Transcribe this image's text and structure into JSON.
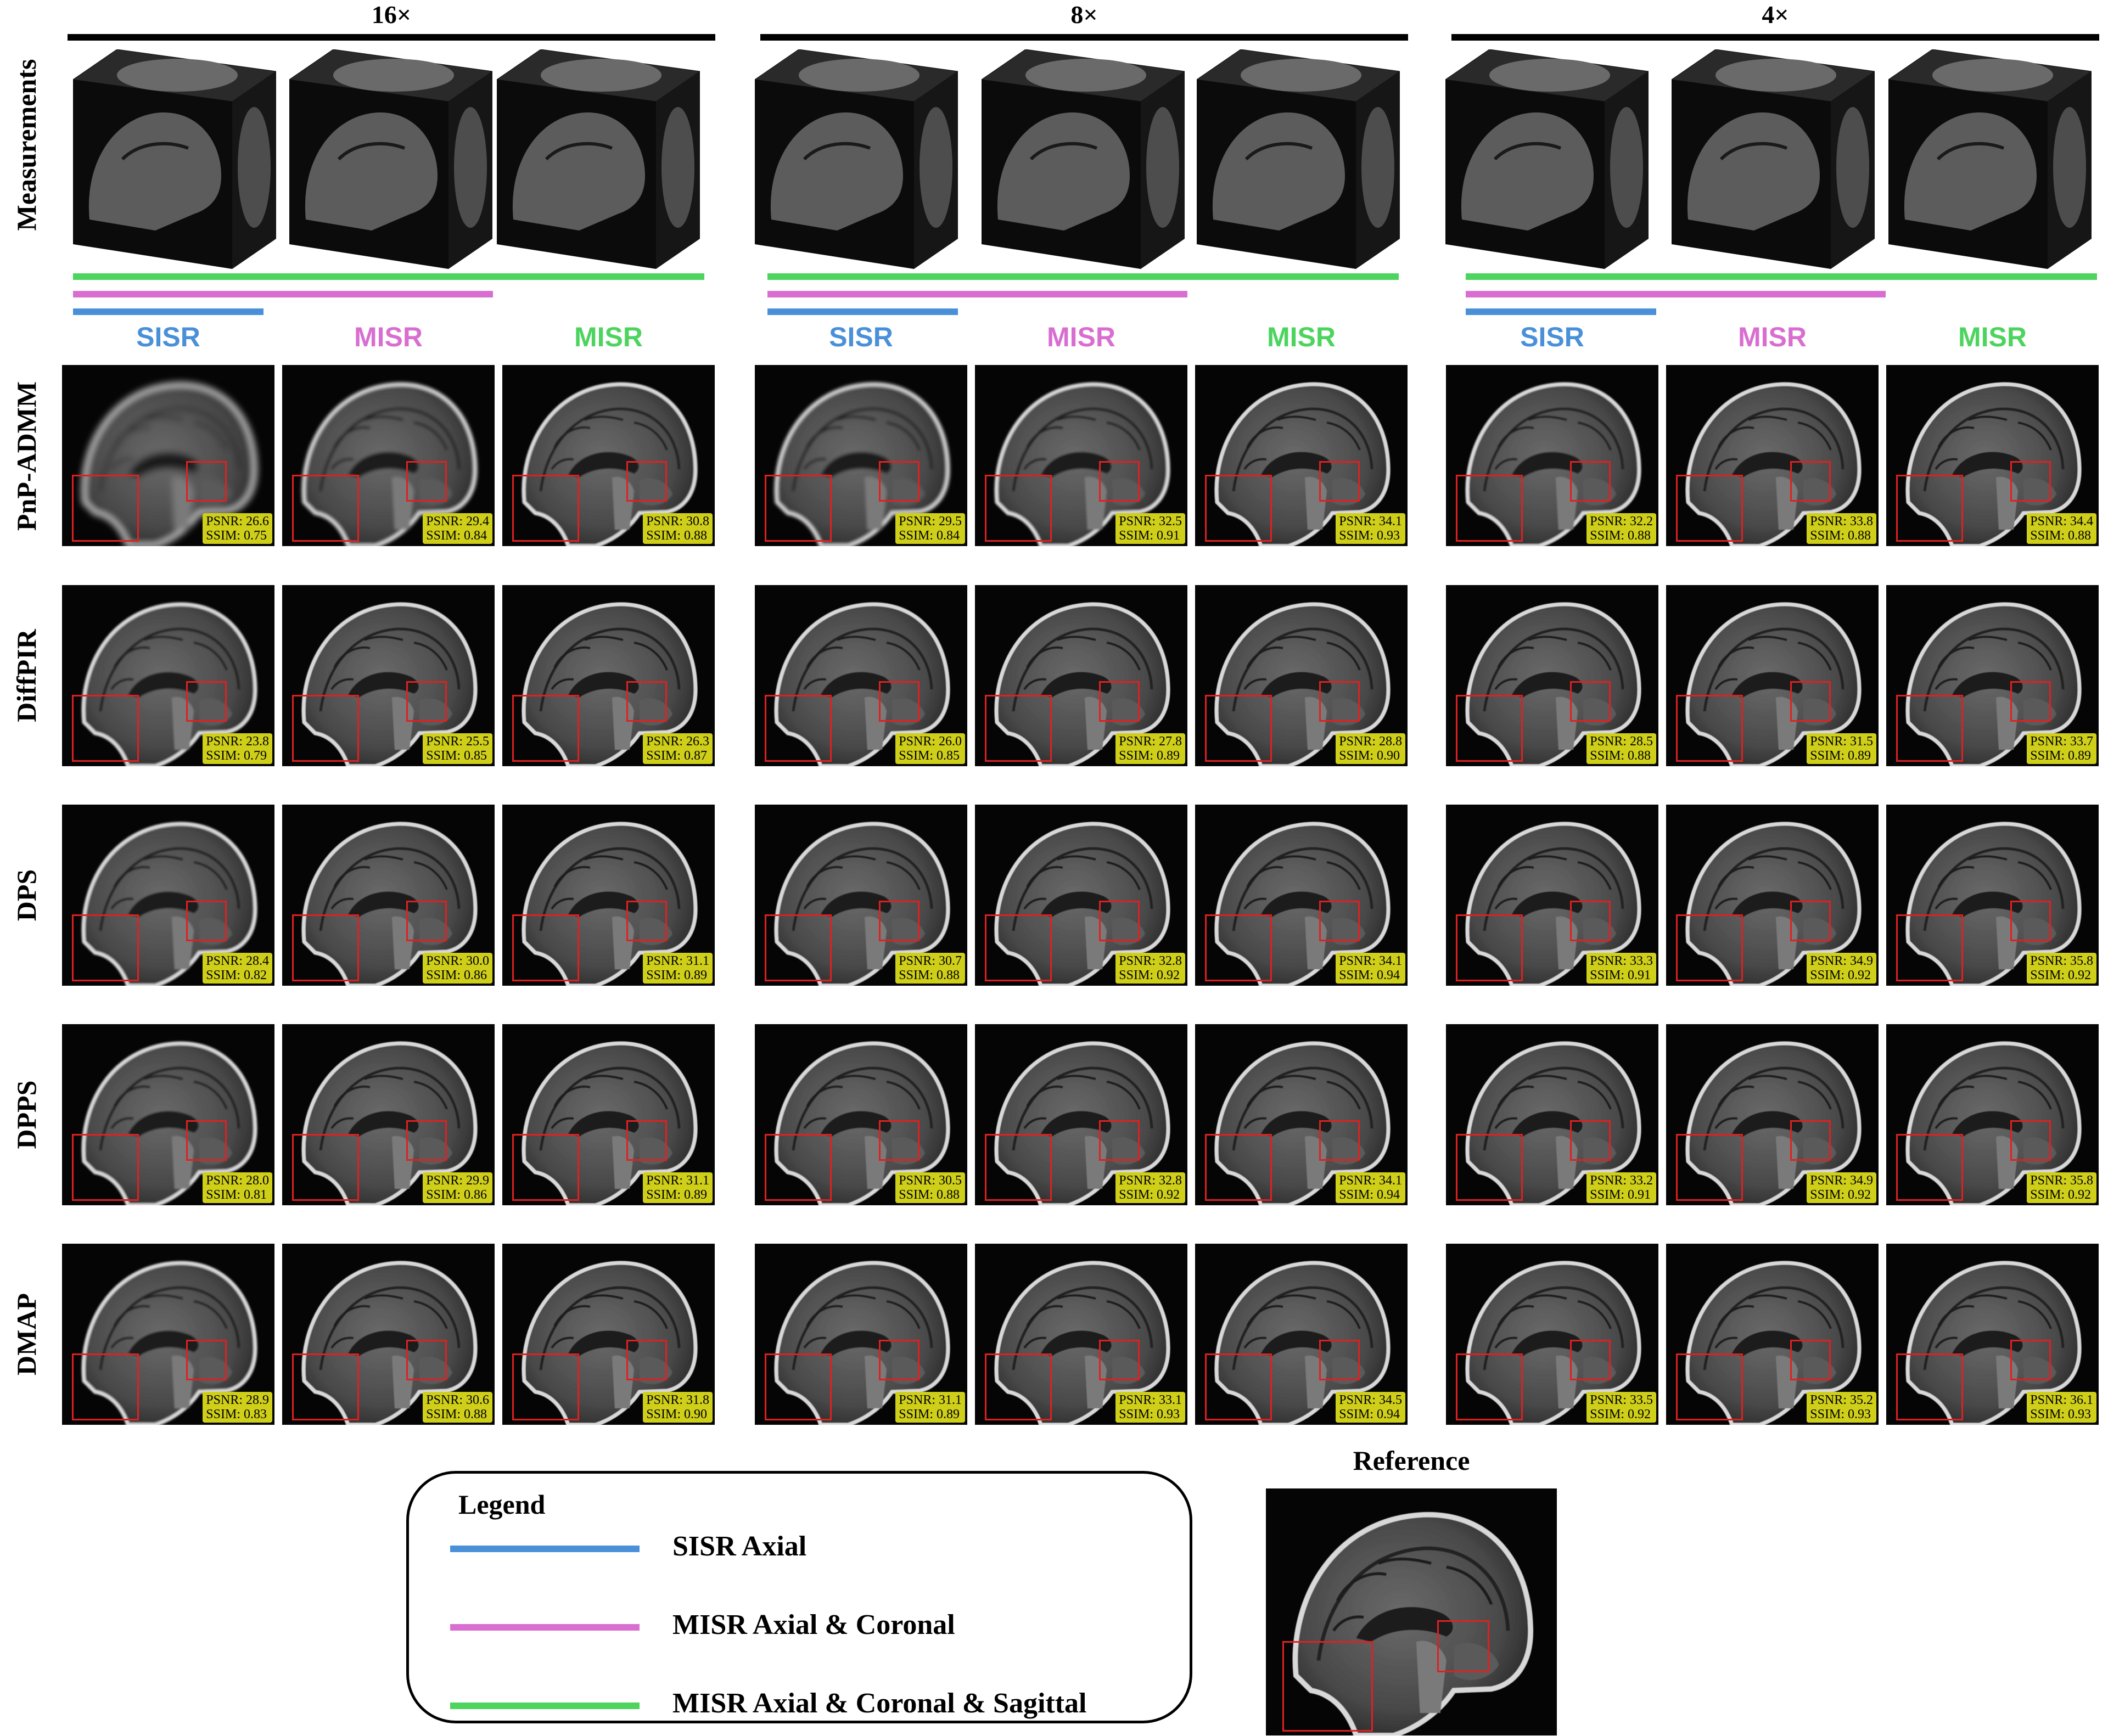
{
  "colors": {
    "sisr": "#4a90d9",
    "misr_ac": "#d86fd0",
    "misr_acs": "#4cd45e",
    "metric_bg": "#cfcf1a",
    "roi": "#e02020"
  },
  "scales": [
    "16×",
    "8×",
    "4×"
  ],
  "row_labels": [
    "Measurements",
    "PnP-ADMM",
    "DiffPIR",
    "DPS",
    "DPPS",
    "DMAP"
  ],
  "column_methods": [
    "SISR",
    "MISR",
    "MISR"
  ],
  "metrics": {
    "PnP-ADMM": [
      [
        "PSNR: 26.6",
        "SSIM: 0.75"
      ],
      [
        "PSNR: 29.4",
        "SSIM: 0.84"
      ],
      [
        "PSNR: 30.8",
        "SSIM: 0.88"
      ],
      [
        "PSNR: 29.5",
        "SSIM: 0.84"
      ],
      [
        "PSNR: 32.5",
        "SSIM: 0.91"
      ],
      [
        "PSNR: 34.1",
        "SSIM: 0.93"
      ],
      [
        "PSNR: 32.2",
        "SSIM: 0.88"
      ],
      [
        "PSNR: 33.8",
        "SSIM: 0.88"
      ],
      [
        "PSNR: 34.4",
        "SSIM: 0.88"
      ]
    ],
    "DiffPIR": [
      [
        "PSNR: 23.8",
        "SSIM: 0.79"
      ],
      [
        "PSNR: 25.5",
        "SSIM: 0.85"
      ],
      [
        "PSNR: 26.3",
        "SSIM: 0.87"
      ],
      [
        "PSNR: 26.0",
        "SSIM: 0.85"
      ],
      [
        "PSNR: 27.8",
        "SSIM: 0.89"
      ],
      [
        "PSNR: 28.8",
        "SSIM: 0.90"
      ],
      [
        "PSNR: 28.5",
        "SSIM: 0.88"
      ],
      [
        "PSNR: 31.5",
        "SSIM: 0.89"
      ],
      [
        "PSNR: 33.7",
        "SSIM: 0.89"
      ]
    ],
    "DPS": [
      [
        "PSNR: 28.4",
        "SSIM: 0.82"
      ],
      [
        "PSNR: 30.0",
        "SSIM: 0.86"
      ],
      [
        "PSNR: 31.1",
        "SSIM: 0.89"
      ],
      [
        "PSNR: 30.7",
        "SSIM: 0.88"
      ],
      [
        "PSNR: 32.8",
        "SSIM: 0.92"
      ],
      [
        "PSNR: 34.1",
        "SSIM: 0.94"
      ],
      [
        "PSNR: 33.3",
        "SSIM: 0.91"
      ],
      [
        "PSNR: 34.9",
        "SSIM: 0.92"
      ],
      [
        "PSNR: 35.8",
        "SSIM: 0.92"
      ]
    ],
    "DPPS": [
      [
        "PSNR: 28.0",
        "SSIM: 0.81"
      ],
      [
        "PSNR: 29.9",
        "SSIM: 0.86"
      ],
      [
        "PSNR: 31.1",
        "SSIM: 0.89"
      ],
      [
        "PSNR: 30.5",
        "SSIM: 0.88"
      ],
      [
        "PSNR: 32.8",
        "SSIM: 0.92"
      ],
      [
        "PSNR: 34.1",
        "SSIM: 0.94"
      ],
      [
        "PSNR: 33.2",
        "SSIM: 0.91"
      ],
      [
        "PSNR: 34.9",
        "SSIM: 0.92"
      ],
      [
        "PSNR: 35.8",
        "SSIM: 0.92"
      ]
    ],
    "DMAP": [
      [
        "PSNR: 28.9",
        "SSIM: 0.83"
      ],
      [
        "PSNR: 30.6",
        "SSIM: 0.88"
      ],
      [
        "PSNR: 31.8",
        "SSIM: 0.90"
      ],
      [
        "PSNR: 31.1",
        "SSIM: 0.89"
      ],
      [
        "PSNR: 33.1",
        "SSIM: 0.93"
      ],
      [
        "PSNR: 34.5",
        "SSIM: 0.94"
      ],
      [
        "PSNR: 33.5",
        "SSIM: 0.92"
      ],
      [
        "PSNR: 35.2",
        "SSIM: 0.93"
      ],
      [
        "PSNR: 36.1",
        "SSIM: 0.93"
      ]
    ]
  },
  "legend": {
    "title": "Legend",
    "items": [
      "SISR Axial",
      "MISR Axial & Coronal",
      "MISR Axial & Coronal & Sagittal"
    ]
  },
  "reference_title": "Reference"
}
